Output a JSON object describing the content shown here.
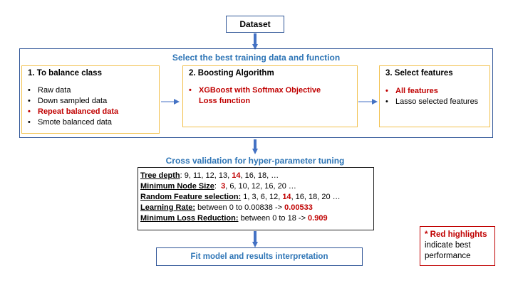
{
  "dataset": {
    "label": "Dataset"
  },
  "selection": {
    "title": "Select the best training data and function",
    "balance": {
      "title": "1. To balance class",
      "items": [
        {
          "text": "Raw data",
          "best": false
        },
        {
          "text": "Down sampled data",
          "best": false
        },
        {
          "text": "Repeat balanced data",
          "best": true
        },
        {
          "text": "Smote balanced data",
          "best": false
        }
      ]
    },
    "boosting": {
      "title": "2. Boosting Algorithm",
      "items": [
        {
          "text": "XGBoost with Softmax Objective Loss function",
          "best": true
        }
      ]
    },
    "features": {
      "title": "3. Select features",
      "items": [
        {
          "text": "All features",
          "best": true
        },
        {
          "text": "Lasso selected features",
          "best": false
        }
      ]
    }
  },
  "cv": {
    "title": "Cross validation for hyper-parameter tuning",
    "params": [
      {
        "key": "Tree depth",
        "sep": ": ",
        "pre": "9, 11, 12, 13, ",
        "best": "14",
        "post": ", 16, 18, …"
      },
      {
        "key": "Minimum Node Size",
        "sep": ":  ",
        "pre": "",
        "best": "3",
        "post": ", 6, 10, 12, 16, 20 …"
      },
      {
        "key": "Random Feature selection:",
        "sep": " ",
        "pre": "1, 3, 6, 12, ",
        "best": "14",
        "post": ", 16, 18, 20 …"
      },
      {
        "key": "Learning Rate:",
        "sep": " ",
        "pre": "between 0 to 0.00838 -> ",
        "best": "0.00533",
        "post": ""
      },
      {
        "key": "Minimum Loss Reduction:",
        "sep": " ",
        "pre": "between 0 to 18 -> ",
        "best": "0.909",
        "post": ""
      }
    ]
  },
  "fit": {
    "label": "Fit model and results interpretation"
  },
  "note": {
    "highlight": "* Red highlights",
    "text": "indicate best performance"
  },
  "colors": {
    "arrow": "#4472c4",
    "border_blue": "#2f5597",
    "border_gold": "#f2c14e",
    "highlight": "#c00000",
    "title_blue": "#2e75b6"
  }
}
